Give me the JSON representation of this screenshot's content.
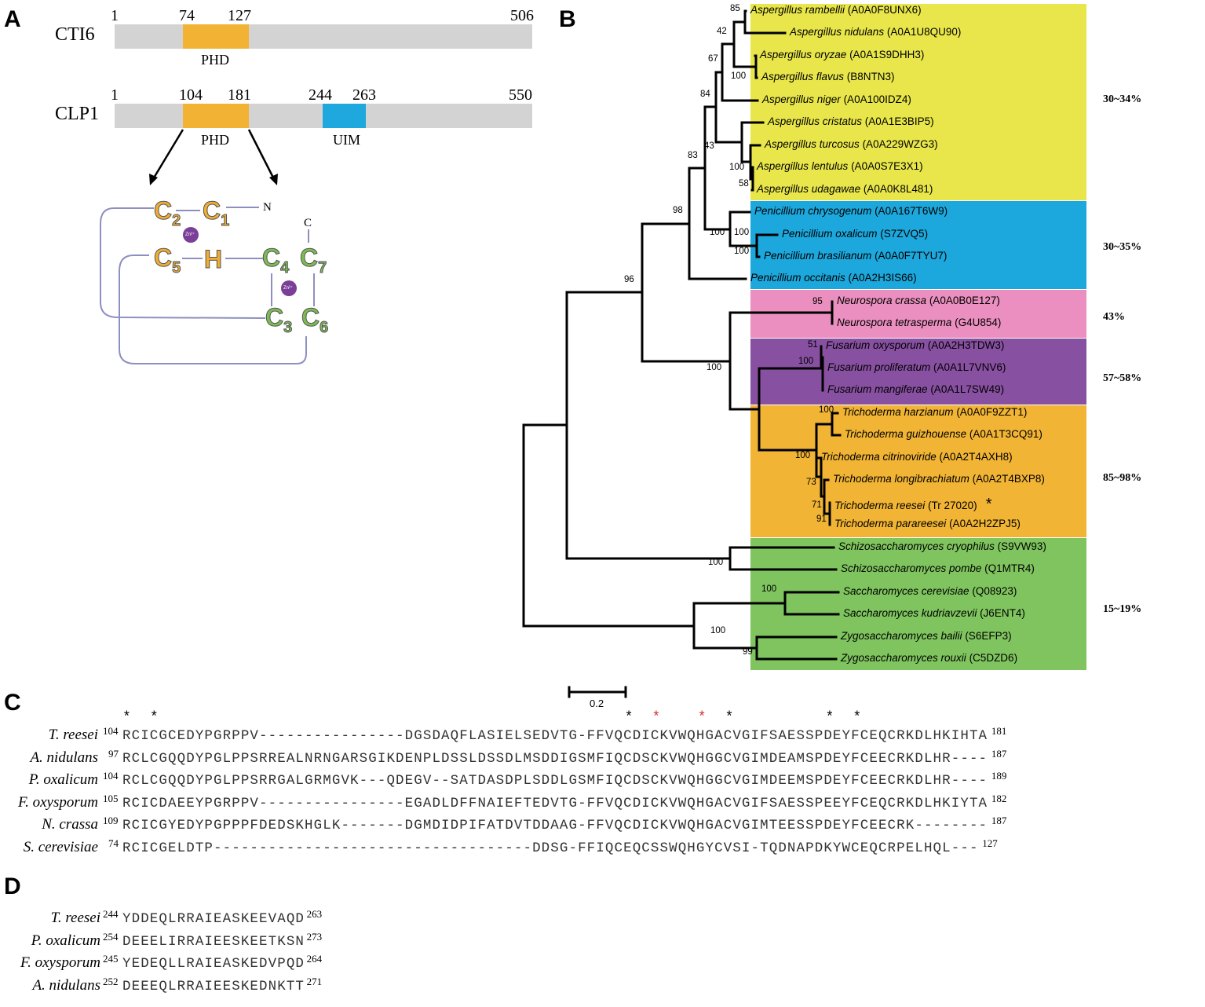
{
  "panels": {
    "a": "A",
    "b": "B",
    "c": "C",
    "d": "D"
  },
  "panel_a": {
    "cti6": {
      "name": "CTI6",
      "start": "1",
      "phd_start": "74",
      "phd_end": "127",
      "end": "506",
      "phd_label": "PHD"
    },
    "clp1": {
      "name": "CLP1",
      "start": "1",
      "phd_start": "104",
      "phd_end": "181",
      "uim_start": "244",
      "uim_end": "263",
      "end": "550",
      "phd_label": "PHD",
      "uim_label": "UIM"
    },
    "zinc_finger": {
      "residues": [
        "C2",
        "C1",
        "C5",
        "H",
        "C4",
        "C7",
        "C3",
        "C6"
      ],
      "n_term": "N",
      "c_term": "C",
      "zn": "Zn²⁺"
    },
    "colors": {
      "bar": "#d3d3d3",
      "phd": "#f2b233",
      "uim": "#1fa8de",
      "green": "#7cbc52",
      "orange": "#f0ad33",
      "zn": "#7b3f98",
      "line": "#8e8fc0"
    }
  },
  "panel_b": {
    "scale_bar": "0.2",
    "groups": [
      {
        "identity": "30~34%",
        "color": "#e8e64a"
      },
      {
        "identity": "30~35%",
        "color": "#1da8dd"
      },
      {
        "identity": "43%",
        "color": "#ea8fbf"
      },
      {
        "identity": "57~58%",
        "color": "#8750a0"
      },
      {
        "identity": "85~98%",
        "color": "#f1b434"
      },
      {
        "identity": "15~19%",
        "color": "#7fc45e"
      }
    ],
    "taxa": [
      {
        "species": "Aspergillus rambellii",
        "acc": "(A0A0F8UNX6)"
      },
      {
        "species": "Aspergillus nidulans",
        "acc": "(A0A1U8QU90)"
      },
      {
        "species": "Aspergillus oryzae",
        "acc": "(A0A1S9DHH3)"
      },
      {
        "species": "Aspergillus flavus",
        "acc": "(B8NTN3)"
      },
      {
        "species": "Aspergillus niger",
        "acc": "(A0A100IDZ4)"
      },
      {
        "species": "Aspergillus cristatus",
        "acc": "(A0A1E3BIP5)"
      },
      {
        "species": "Aspergillus turcosus",
        "acc": "(A0A229WZG3)"
      },
      {
        "species": "Aspergillus lentulus",
        "acc": "(A0A0S7E3X1)"
      },
      {
        "species": "Aspergillus udagawae",
        "acc": "(A0A0K8L481)"
      },
      {
        "species": "Penicillium chrysogenum",
        "acc": "(A0A167T6W9)"
      },
      {
        "species": "Penicillium oxalicum",
        "acc": "(S7ZVQ5)"
      },
      {
        "species": "Penicillium brasilianum",
        "acc": "(A0A0F7TYU7)"
      },
      {
        "species": "Penicillium occitanis",
        "acc": "(A0A2H3IS66)"
      },
      {
        "species": "Neurospora crassa",
        "acc": "(A0A0B0E127)"
      },
      {
        "species": "Neurospora tetrasperma",
        "acc": "(G4U854)"
      },
      {
        "species": "Fusarium oxysporum",
        "acc": "(A0A2H3TDW3)"
      },
      {
        "species": "Fusarium proliferatum",
        "acc": "(A0A1L7VNV6)"
      },
      {
        "species": "Fusarium mangiferae",
        "acc": "(A0A1L7SW49)"
      },
      {
        "species": "Trichoderma harzianum",
        "acc": "(A0A0F9ZZT1)"
      },
      {
        "species": "Trichoderma guizhouense",
        "acc": "(A0A1T3CQ91)"
      },
      {
        "species": "Trichoderma citrinoviride",
        "acc": "(A0A2T4AXH8)"
      },
      {
        "species": "Trichoderma longibrachiatum",
        "acc": "(A0A2T4BXP8)"
      },
      {
        "species": "Trichoderma reesei",
        "acc": "(Tr 27020)",
        "mark": "*"
      },
      {
        "species": "Trichoderma parareesei",
        "acc": "(A0A2H2ZPJ5)"
      },
      {
        "species": "Schizosaccharomyces cryophilus",
        "acc": "(S9VW93)"
      },
      {
        "species": "Schizosaccharomyces pombe",
        "acc": "(Q1MTR4)"
      },
      {
        "species": "Saccharomyces cerevisiae",
        "acc": "(Q08923)"
      },
      {
        "species": "Saccharomyces kudriavzevii",
        "acc": "(J6ENT4)"
      },
      {
        "species": "Zygosaccharomyces bailii",
        "acc": "(S6EFP3)"
      },
      {
        "species": "Zygosaccharomyces rouxii",
        "acc": "(C5DZD6)"
      }
    ],
    "bootstrap": [
      "85",
      "42",
      "67",
      "100",
      "84",
      "43",
      "100",
      "58",
      "83",
      "98",
      "100",
      "100",
      "96",
      "100",
      "51",
      "100",
      "100",
      "95",
      "100",
      "100",
      "73",
      "71",
      "91",
      "100",
      "100",
      "100",
      "99"
    ]
  },
  "panel_c": {
    "rows": [
      {
        "name": "T. reesei",
        "start": "104",
        "seq": "RCICGCEDYPGRPPV----------------DGSDAQFLASIELSEDVTG-FFVQCDICKVWQHGACVGIFSAESSPDEYFCEQCRKDLHKIHTA",
        "end": "181"
      },
      {
        "name": "A. nidulans",
        "start": "97",
        "seq": "RCLCGQQDYPGLPPSRREALNRNGARSGIKDENPLDSSLDSSDLMSDDIGSMFIQCDSCKVWQHGGCVGIMDEAMSPDEYFCEECRKDLHR----",
        "end": "187"
      },
      {
        "name": "P. oxalicum",
        "start": "104",
        "seq": "RCLCGQQDYPGLPPSRRGALGRMGVK---QDEGV--SATDASDPLSDDLGSMFIQCDSCKVWQHGGCVGIMDEEMSPDEYFCEECRKDLHR----",
        "end": "189"
      },
      {
        "name": "F. oxysporum",
        "start": "105",
        "seq": "RCICDAEEYPGRPPV----------------EGADLDFFNAIEFTEDVTG-FFVQCDICKVWQHGACVGIFSAESSPEEYFCEQCRKDLHKIYTA",
        "end": "182"
      },
      {
        "name": "N. crassa",
        "start": "109",
        "seq": "RCICGYEDYPGPPPFDEDSKHGLK-------DGMDIDPIFATDVTDDAAG-FFVQCDICKVWQHGACVGIMTEESSPDEYFCEECRK--------",
        "end": "187"
      },
      {
        "name": "S. cerevisiae",
        "start": "74",
        "seq": "RCICGELDTP-----------------------------------DDSG-FFIQCEQCSSWQHGYCVSI-TQDNAPDKYWCEQCRPELHQL---",
        "end": "127"
      }
    ],
    "stars": "*"
  },
  "panel_d": {
    "rows": [
      {
        "name": "T. reesei",
        "start": "244",
        "seq": "YDDEQLRRAIEASKEEVAQD",
        "end": "263"
      },
      {
        "name": "P. oxalicum",
        "start": "254",
        "seq": "DEEELIRRAIEESKEETKSN",
        "end": "273"
      },
      {
        "name": "F. oxysporum",
        "start": "245",
        "seq": "YEDEQLLRAIEASKEDVPQD",
        "end": "264"
      },
      {
        "name": "A. nidulans",
        "start": "252",
        "seq": "DEEEQLRRAIEESKEDNKTT",
        "end": "271"
      }
    ]
  }
}
